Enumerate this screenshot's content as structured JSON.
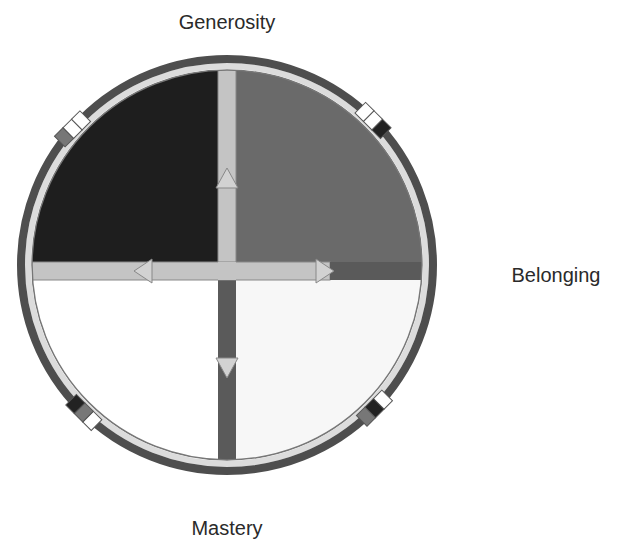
{
  "diagram": {
    "labels": [
      "Generosity",
      "Belonging",
      "Mastery"
    ]
  }
}
